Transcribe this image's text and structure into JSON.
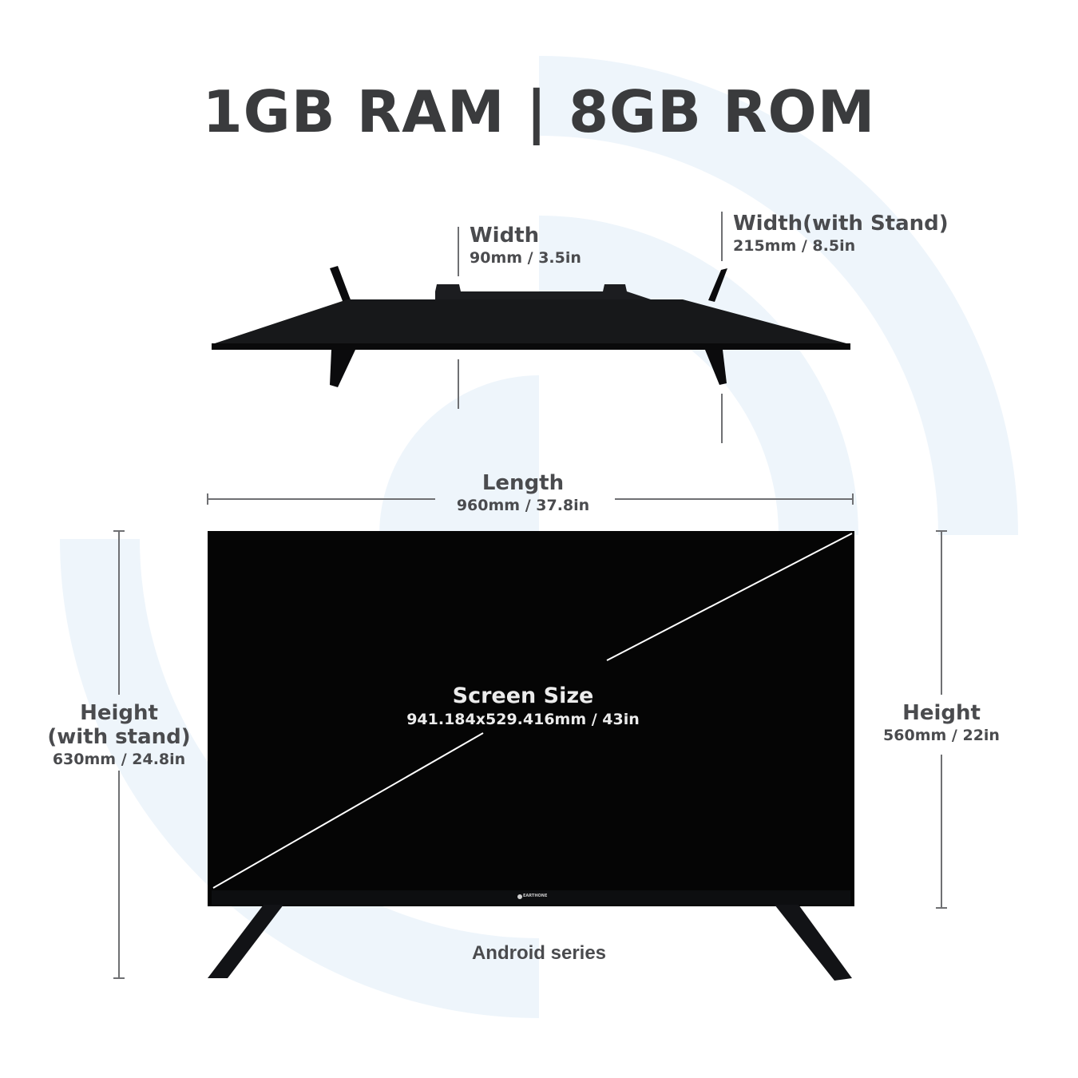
{
  "title": "1GB RAM | 8GB ROM",
  "top_view": {
    "width_label": "Width",
    "width_value": "90mm / 3.5in",
    "stand_width_label": "Width(with Stand)",
    "stand_width_value": "215mm / 8.5in"
  },
  "front_view": {
    "length_label": "Length",
    "length_value": "960mm / 37.8in",
    "screen_label": "Screen Size",
    "screen_value": "941.184x529.416mm / 43in",
    "height_stand_label_line1": "Height",
    "height_stand_label_line2": "(with stand)",
    "height_stand_value": "630mm / 24.8in",
    "height_label": "Height",
    "height_value": "560mm / 22in",
    "brand_logo_text": "EARTHONE"
  },
  "footer": "Android series",
  "colors": {
    "title": "#3a3b3d",
    "labels": "#4a4b4e",
    "background_arcs": "#eef5fb",
    "tv_body": "#050505"
  }
}
